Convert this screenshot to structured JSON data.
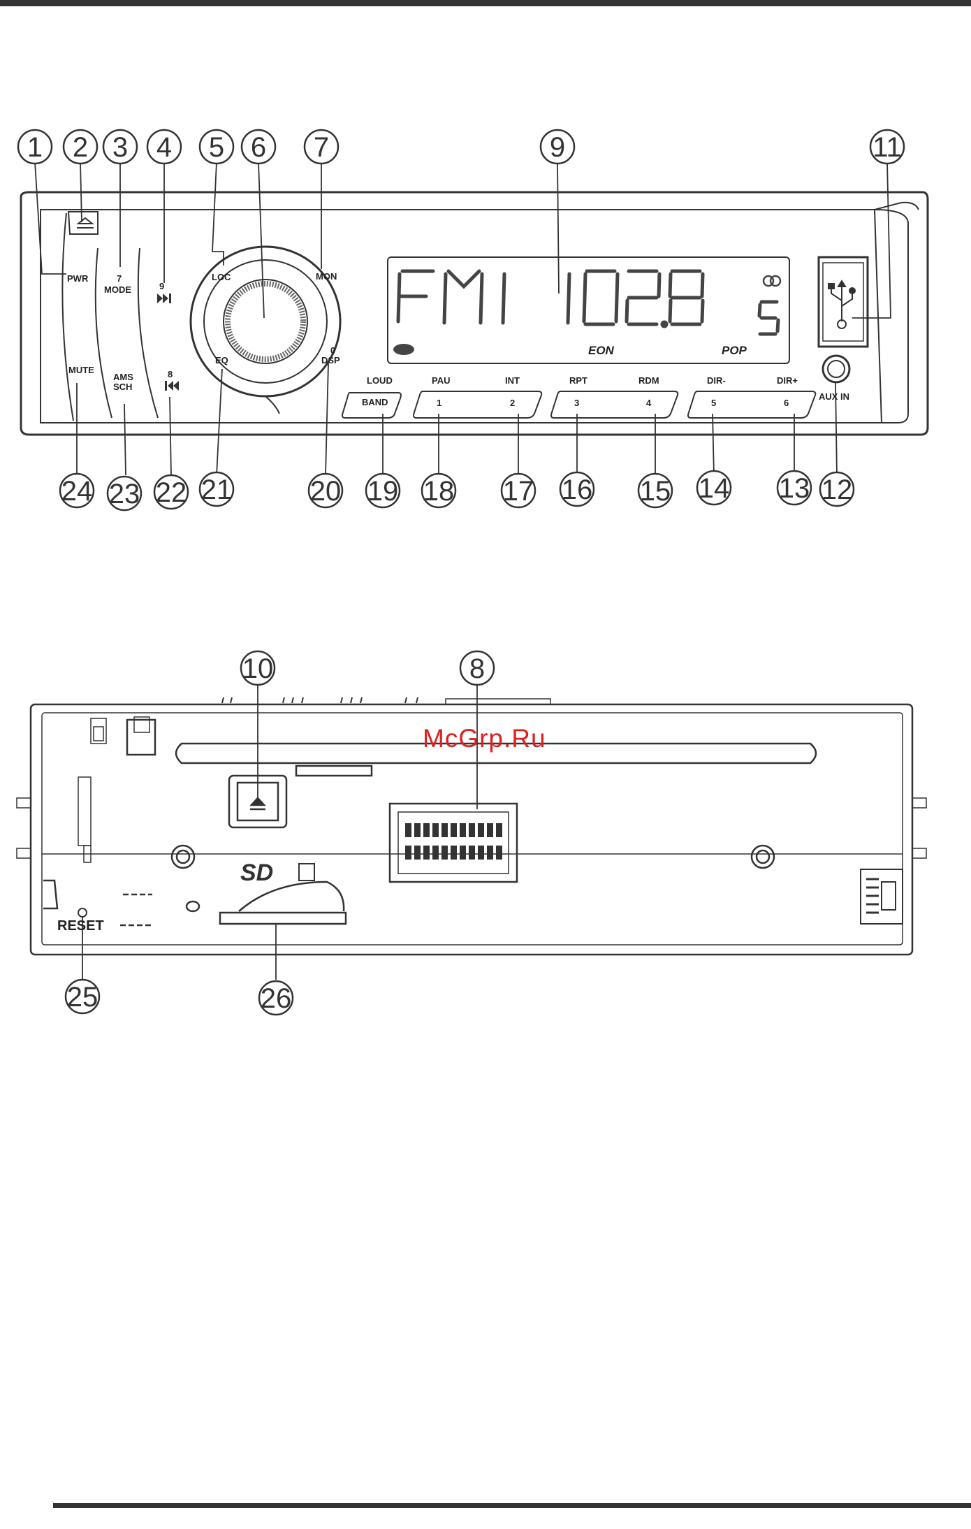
{
  "front_panel": {
    "callouts": [
      "1",
      "2",
      "3",
      "4",
      "5",
      "6",
      "7",
      "9",
      "11",
      "24",
      "23",
      "22",
      "21",
      "20",
      "19",
      "18",
      "17",
      "16",
      "15",
      "14",
      "13",
      "12"
    ],
    "buttons": {
      "pwr": "PWR",
      "mode_num": "7",
      "mode": "MODE",
      "next_num": "9",
      "loc": "LOC",
      "mon": "MON",
      "mute": "MUTE",
      "ams": "AMS",
      "sch": "SCH",
      "prev_num": "8",
      "eq": "EQ",
      "dsp_num": "0",
      "dsp": "DSP",
      "loud": "LOUD",
      "band": "BAND",
      "pau": "PAU",
      "int": "INT",
      "rpt": "RPT",
      "rdm": "RDM",
      "dir_minus": "DIR-",
      "dir_plus": "DIR+",
      "preset_1": "1",
      "preset_2": "2",
      "preset_3": "3",
      "preset_4": "4",
      "preset_5": "5",
      "preset_6": "6",
      "aux_in": "AUX IN"
    },
    "display": {
      "band": "FM1",
      "frequency": "102.8",
      "preset": "5",
      "eon": "EON",
      "pty": "POP"
    }
  },
  "rear_panel": {
    "callouts": [
      "10",
      "8",
      "25",
      "26"
    ],
    "reset": "RESET",
    "sd_logo": "SD"
  },
  "watermark": "McGrp.Ru"
}
